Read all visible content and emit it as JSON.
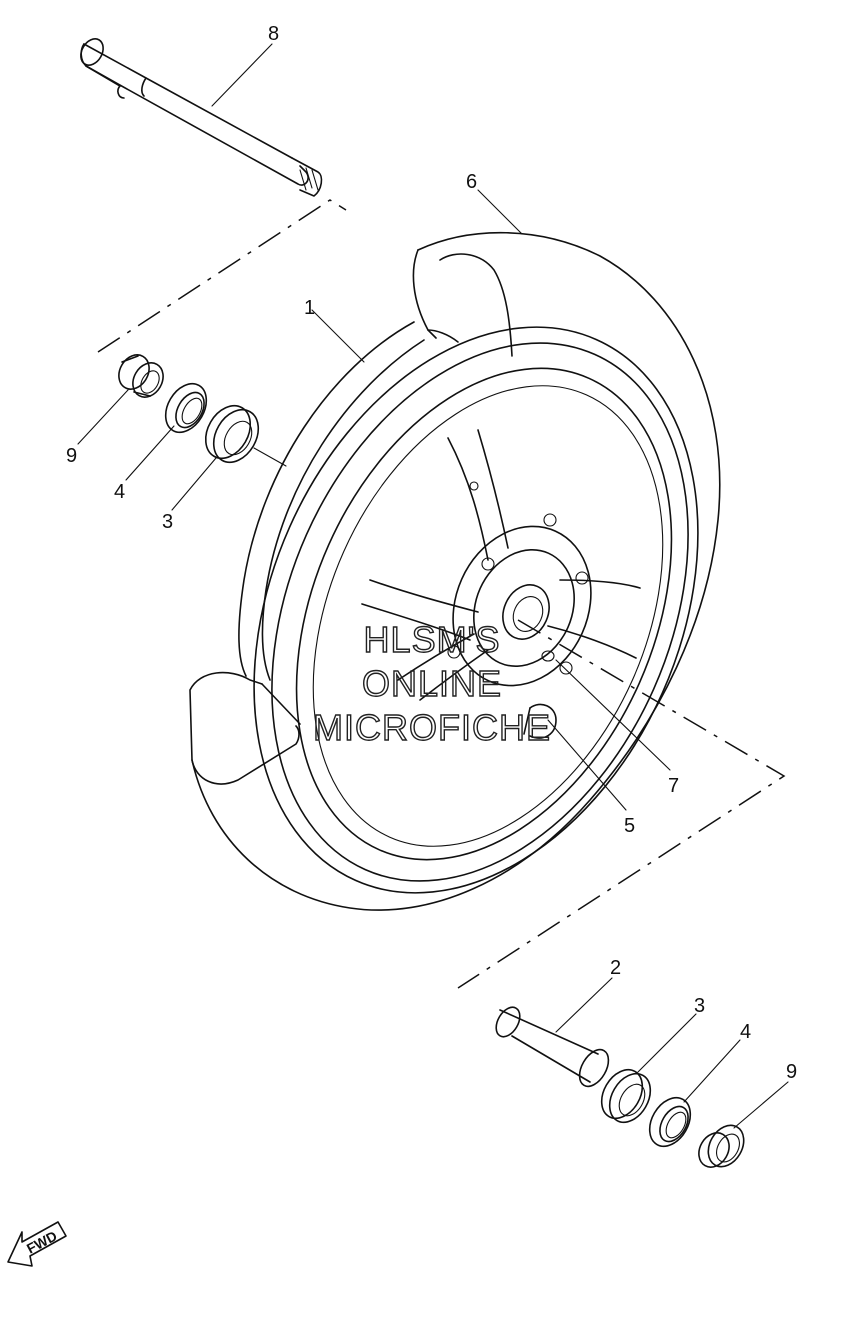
{
  "callouts": {
    "c8": "8",
    "c6": "6",
    "c1": "1",
    "c9_top": "9",
    "c4_top": "4",
    "c3_top": "3",
    "c7": "7",
    "c5": "5",
    "c2": "2",
    "c3_bottom": "3",
    "c4_bottom": "4",
    "c9_bottom": "9"
  },
  "watermark": {
    "line1": "HLSM'S",
    "line2": "ONLINE",
    "line3": "MICROFICHE"
  },
  "fwd_badge": {
    "label": "FWD"
  },
  "colors": {
    "ink": "#111111",
    "background": "#ffffff"
  }
}
